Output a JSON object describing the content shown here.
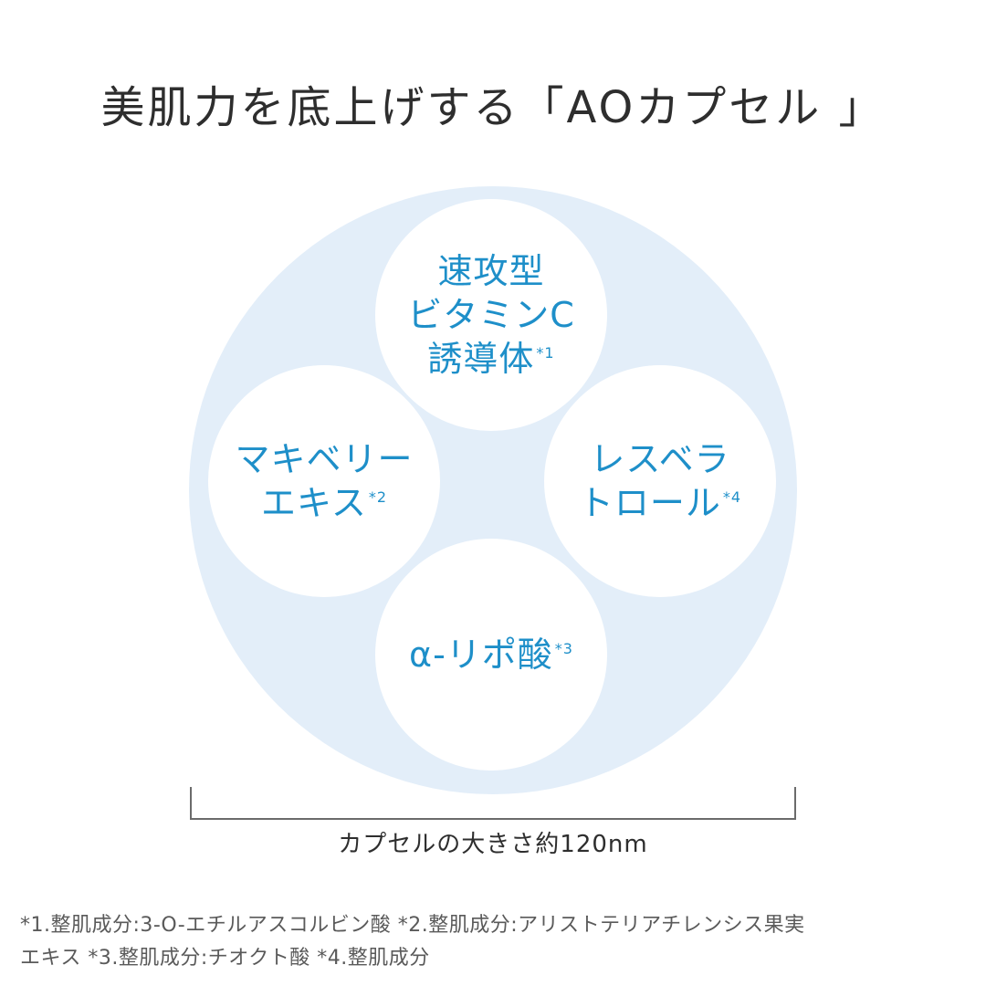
{
  "title": "美肌力を底上げする「AOカプセル 」",
  "ingredients": {
    "top": {
      "lines": [
        "速攻型",
        "ビタミンC",
        "誘導体"
      ],
      "note": "*1"
    },
    "left": {
      "lines": [
        "マキベリー",
        "エキス"
      ],
      "note": "*2"
    },
    "right": {
      "lines": [
        "レスベラ",
        "トロール"
      ],
      "note": "*4"
    },
    "bottom": {
      "lines": [
        "α-リポ酸"
      ],
      "note": "*3"
    }
  },
  "size_label": "カプセルの大きさ約120nm",
  "footnotes": [
    "*1.整肌成分:3-O-エチルアスコルビン酸 *2.整肌成分:アリストテリアチレンシス果実",
    "エキス *3.整肌成分:チオクト酸 *4.整肌成分"
  ],
  "colors": {
    "capsule_bg": "#e3eef9",
    "ingredient_text": "#1e8fc9"
  }
}
